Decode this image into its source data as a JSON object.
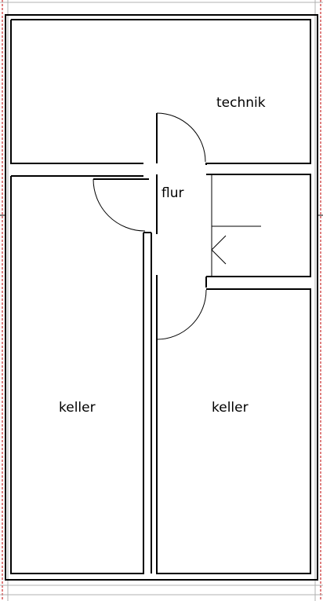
{
  "floor_plan": {
    "rooms": {
      "technik": "technik",
      "flur": "flur",
      "keller_left": "keller",
      "keller_right": "keller"
    },
    "colors": {
      "walls": "#000000",
      "background": "#ffffff",
      "page_edge": "#c00000",
      "guide": "#b0b0b0"
    }
  }
}
